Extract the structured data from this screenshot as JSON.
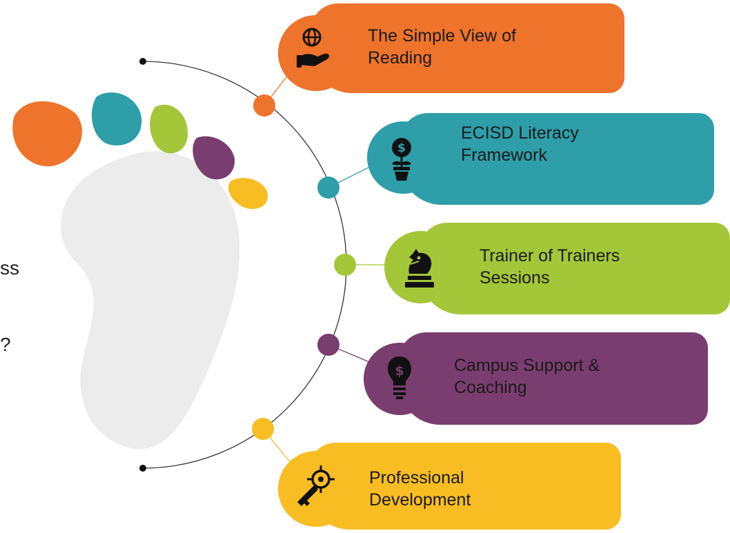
{
  "left_text_fragments": [
    "ss",
    "?"
  ],
  "colors": {
    "orange": "#ee732b",
    "teal": "#2e9ea9",
    "green": "#a4c639",
    "purple": "#7a3d6f",
    "yellow": "#f7bd23",
    "footprint": "#ececec"
  },
  "items": [
    {
      "label": "The Simple View of\nReading",
      "icon": "globe-in-hand-icon",
      "color": "orange"
    },
    {
      "label": "ECISD Literacy\nFramework",
      "icon": "money-plant-icon",
      "color": "teal"
    },
    {
      "label": "Trainer of Trainers\nSessions",
      "icon": "chess-knight-icon",
      "color": "green"
    },
    {
      "label": "Campus Support &\nCoaching",
      "icon": "money-lightbulb-icon",
      "color": "purple"
    },
    {
      "label": "Professional\nDevelopment",
      "icon": "key-target-icon",
      "color": "yellow"
    }
  ]
}
